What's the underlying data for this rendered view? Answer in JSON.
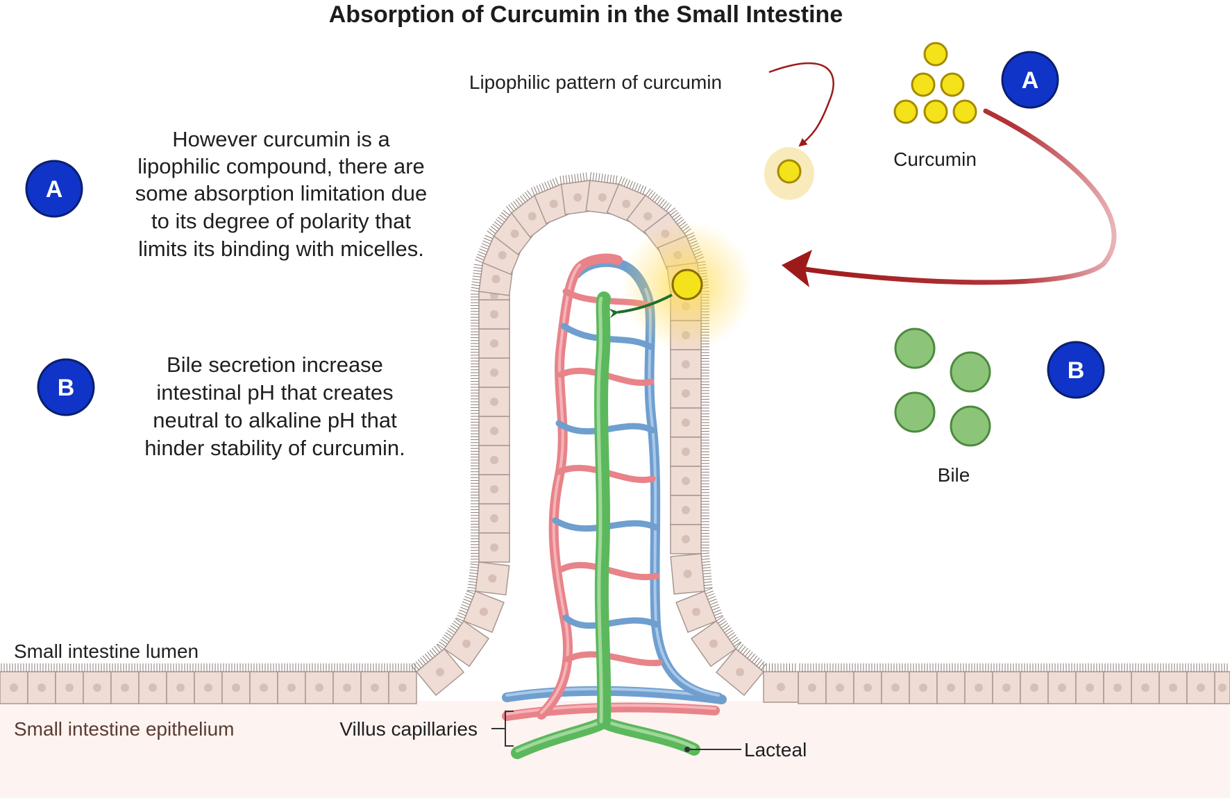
{
  "title": "Absorption of Curcumin in the Small Intestine",
  "badges": {
    "a_left": "A",
    "b_left": "B",
    "a_right": "A",
    "b_right": "B"
  },
  "notes": {
    "a_lines": [
      "However curcumin  is a",
      "lipophilic compound, there are",
      "some absorption limitation due",
      "to its degree of polarity that",
      "limits its binding with micelles."
    ],
    "b_lines": [
      "Bile secretion increase",
      "intestinal pH that creates",
      "neutral to alkaline pH that",
      "hinder stability of curcumin."
    ]
  },
  "labels": {
    "lipophilic_pattern": "Lipophilic pattern of curcumin",
    "curcumin": "Curcumin",
    "bile": "Bile",
    "lumen": "Small intestine lumen",
    "epithelium": "Small intestine epithelium",
    "villus_capillaries": "Villus capillaries",
    "lacteal": "Lacteal"
  },
  "colors": {
    "badge_fill": "#1034c8",
    "curcumin_yellow": "#f4e21a",
    "bile_green": "#8cc57a",
    "arrow_red": "#9e1a1a",
    "lacteal_green": "#5cb85c",
    "artery_red": "#e8838a",
    "vein_blue": "#6f9fcf",
    "cell_fill": "#efdcd5"
  }
}
